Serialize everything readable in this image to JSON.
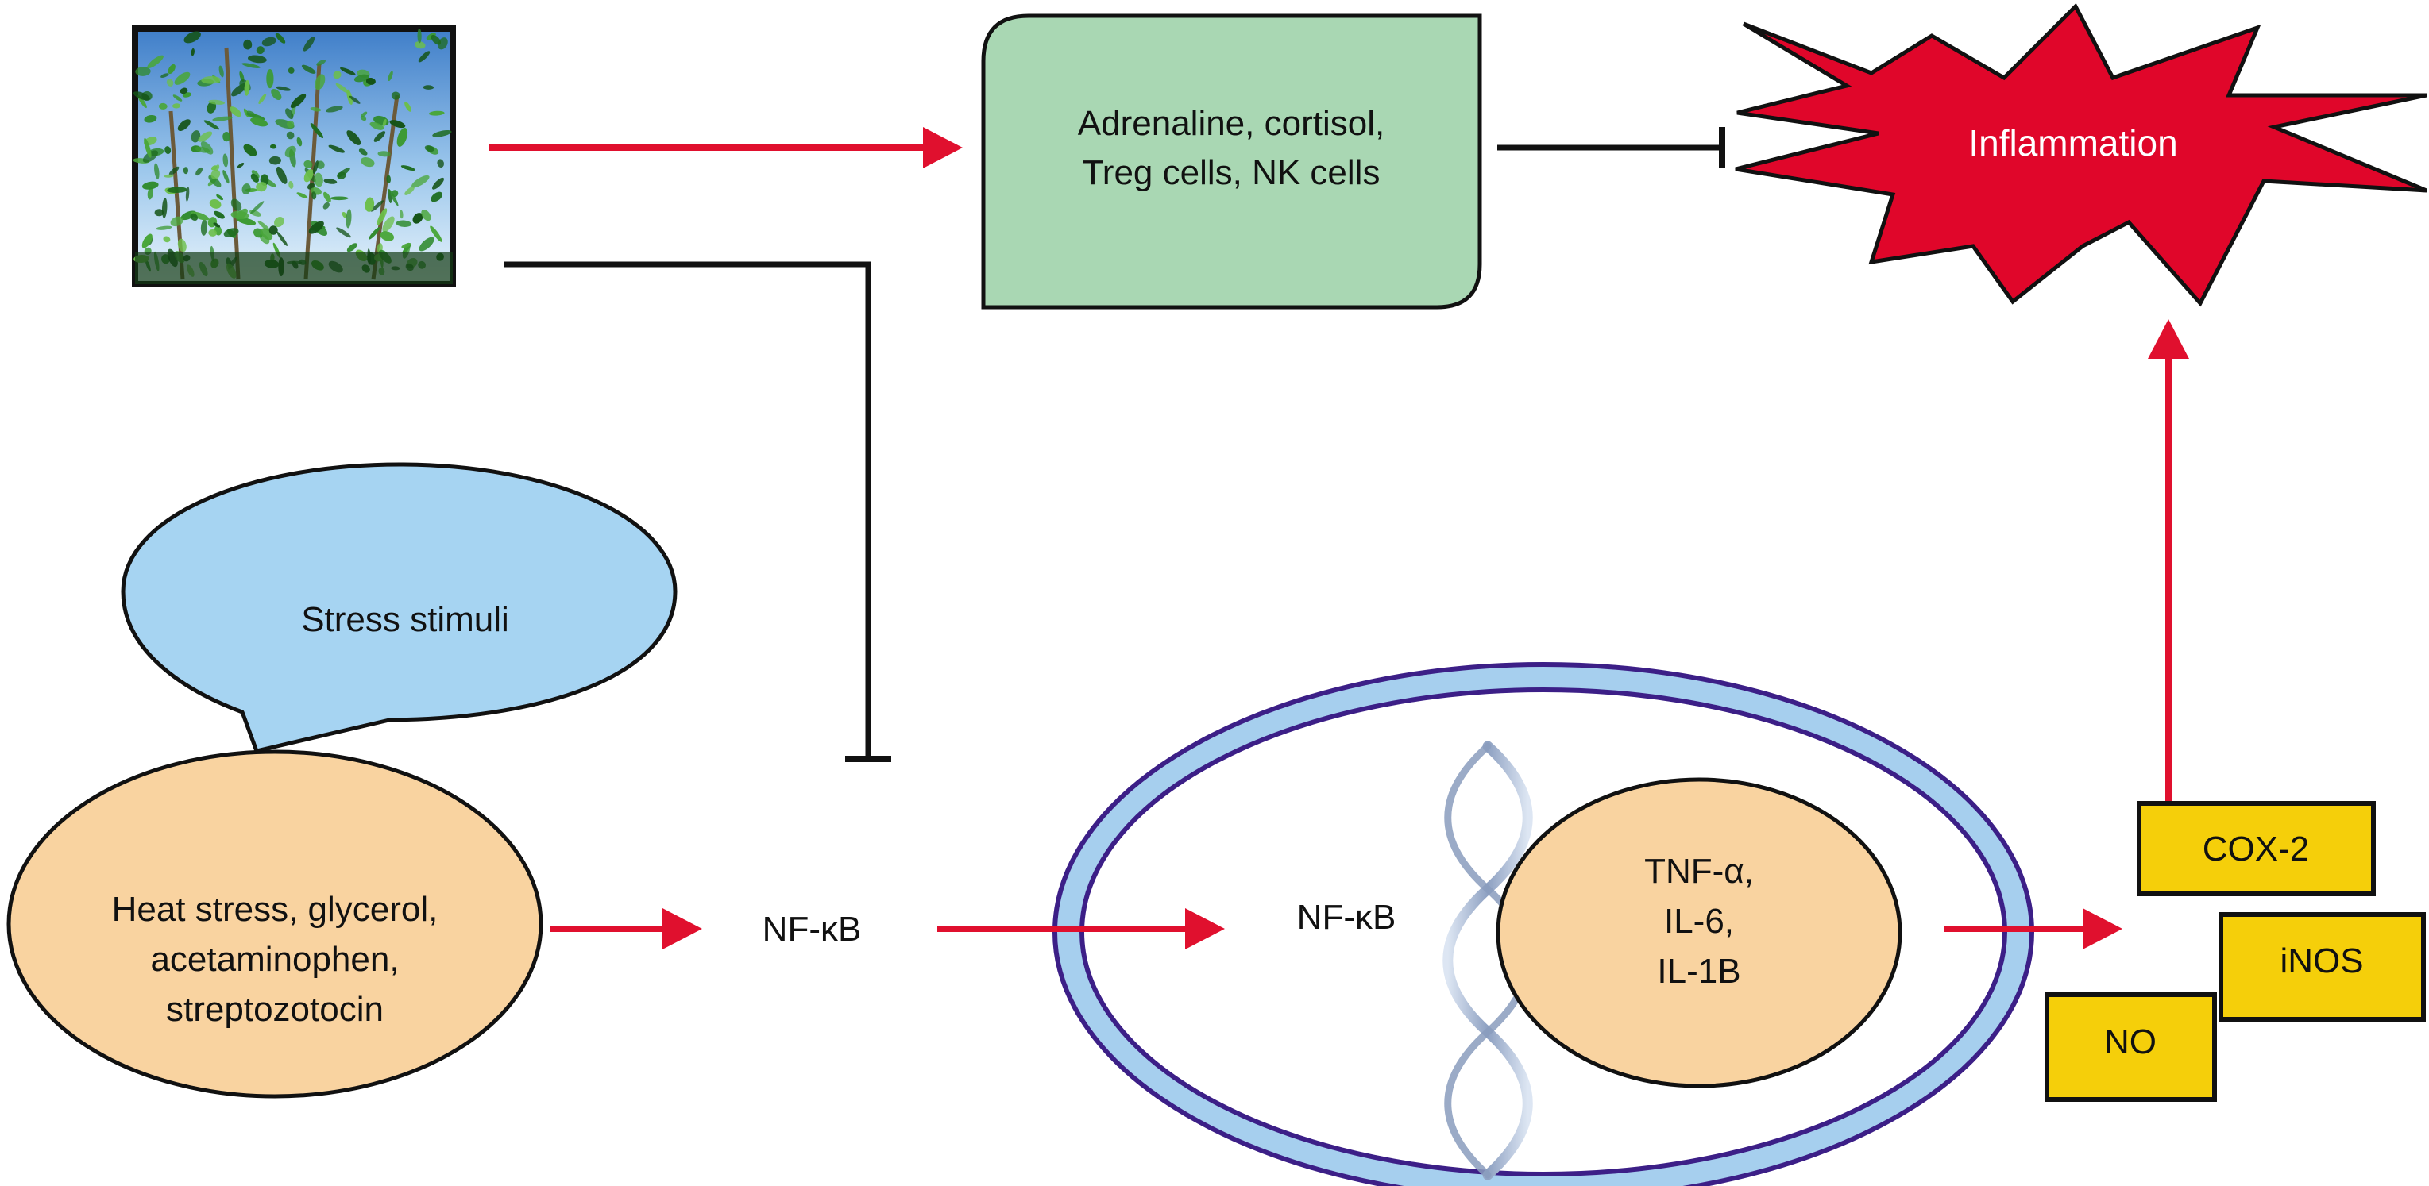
{
  "nodes": {
    "mediators": {
      "lines": [
        "Adrenaline, cortisol,",
        "Treg cells, NK cells"
      ]
    },
    "inflammation": {
      "label": "Inflammation"
    },
    "stress_stimuli": {
      "label": "Stress stimuli"
    },
    "stressors": {
      "lines": [
        "Heat stress, glycerol,",
        "acetaminophen,",
        "streptozotocin"
      ]
    },
    "nfkb_cytoplasm": {
      "label": "NF-κB"
    },
    "nfkb_nucleus": {
      "label": "NF-κB"
    },
    "cytokines": {
      "lines": [
        "TNF-α,",
        "IL-6,",
        "IL-1B"
      ]
    },
    "cox2": {
      "label": "COX-2"
    },
    "inos": {
      "label": "iNOS"
    },
    "no": {
      "label": "NO"
    }
  },
  "colors": {
    "activation_arrow": "#e0102e",
    "inhibition_line": "#111111",
    "mediators_fill": "#a9d7b3",
    "inflammation_fill": "#e0062a",
    "speech_bubble_fill": "#a6d4f2",
    "stressors_fill": "#f9d3a0",
    "cell_ring": "#a6cfee",
    "cell_ring_border": "#3c1f87",
    "enzyme_fill": "#f5cf0a",
    "dna_strand": "#9fb0cc"
  },
  "icons": {
    "plant_photo": "moringa-plant-photo",
    "dna": "dna-helix-icon"
  },
  "edges": [
    {
      "from": "plant_photo",
      "to": "mediators",
      "type": "activates"
    },
    {
      "from": "mediators",
      "to": "inflammation",
      "type": "inhibits"
    },
    {
      "from": "plant_photo",
      "to": "nfkb_cytoplasm",
      "type": "inhibits"
    },
    {
      "from": "stressors",
      "to": "nfkb_cytoplasm",
      "type": "activates"
    },
    {
      "from": "nfkb_cytoplasm",
      "to": "nfkb_nucleus",
      "type": "activates"
    },
    {
      "from": "cytokines",
      "to": "enzymes",
      "type": "activates"
    },
    {
      "from": "cox2",
      "to": "inflammation",
      "type": "activates"
    }
  ]
}
